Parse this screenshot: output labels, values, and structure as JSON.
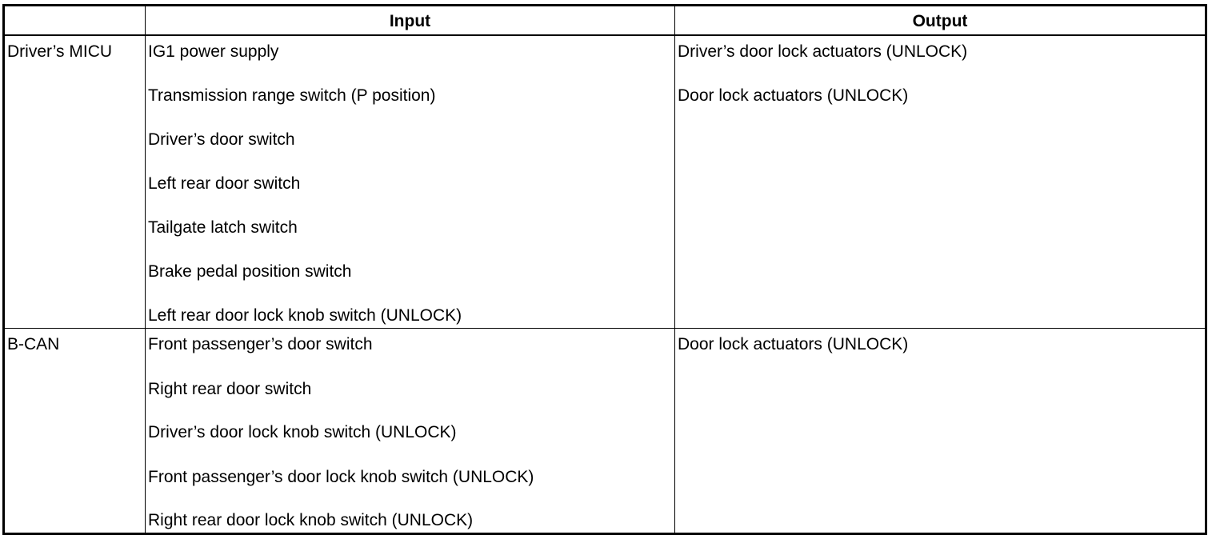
{
  "table": {
    "headers": {
      "blank": "",
      "input": "Input",
      "output": "Output"
    },
    "rows": [
      {
        "source": "Driver’s MICU",
        "inputs": [
          "IG1 power supply",
          "Transmission range switch (P position)",
          "Driver’s door switch",
          "Left rear door switch",
          "Tailgate latch switch",
          "Brake pedal position switch",
          "Left rear door lock knob switch (UNLOCK)"
        ],
        "outputs": [
          "Driver’s door lock actuators (UNLOCK)",
          "Door lock actuators (UNLOCK)"
        ]
      },
      {
        "source": "B-CAN",
        "inputs": [
          "Front passenger’s door switch",
          "Right rear door switch",
          "Driver’s door lock knob switch (UNLOCK)",
          "Front passenger’s door lock knob switch (UNLOCK)",
          "Right rear door lock knob switch (UNLOCK)"
        ],
        "outputs": [
          "Door lock actuators (UNLOCK)"
        ]
      }
    ]
  }
}
